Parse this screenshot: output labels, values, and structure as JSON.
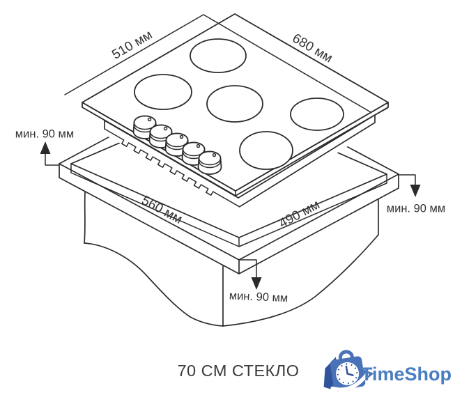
{
  "diagram": {
    "hob_width_label": "510 мм",
    "hob_depth_label": "680 мм",
    "cutout_width_label": "560 мм",
    "cutout_depth_label": "490 мм",
    "clearance_left_label": "мин. 90 мм",
    "clearance_right_label": "мин. 90 мм",
    "clearance_bottom_label": "мин. 90 мм",
    "burner_count": 5,
    "knob_count": 5
  },
  "caption": "70 СМ СТЕКЛО",
  "brand": {
    "name": "TimeShop",
    "text_color": "#4a7ec2",
    "bag_color": "#4a72b8",
    "bag_dark_color": "#30549c",
    "clock_color": "#2f4f96"
  },
  "colors": {
    "line": "#2b2b2b",
    "text": "#333333",
    "background": "#ffffff"
  }
}
